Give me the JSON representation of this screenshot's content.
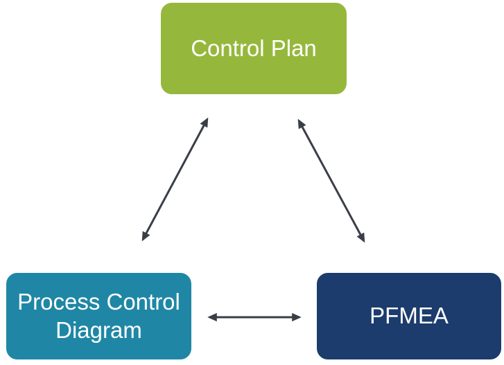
{
  "diagram": {
    "background_color": "#FFFFFF",
    "node_text_color": "#FFFFFF",
    "connector_color": "#3A3E46",
    "connector_style": "double-headed-arrow",
    "nodes": [
      {
        "id": "control-plan",
        "label": "Control Plan",
        "color": "#95B83C",
        "position": "top-center"
      },
      {
        "id": "process-control-diagram",
        "label": "Process Control Diagram",
        "color": "#1F87A5",
        "position": "bottom-left"
      },
      {
        "id": "pfmea",
        "label": "PFMEA",
        "color": "#1B3C6C",
        "position": "bottom-right"
      }
    ],
    "connectors": [
      {
        "from": "control-plan",
        "to": "process-control-diagram",
        "bidirectional": true
      },
      {
        "from": "control-plan",
        "to": "pfmea",
        "bidirectional": true
      },
      {
        "from": "process-control-diagram",
        "to": "pfmea",
        "bidirectional": true
      }
    ]
  }
}
